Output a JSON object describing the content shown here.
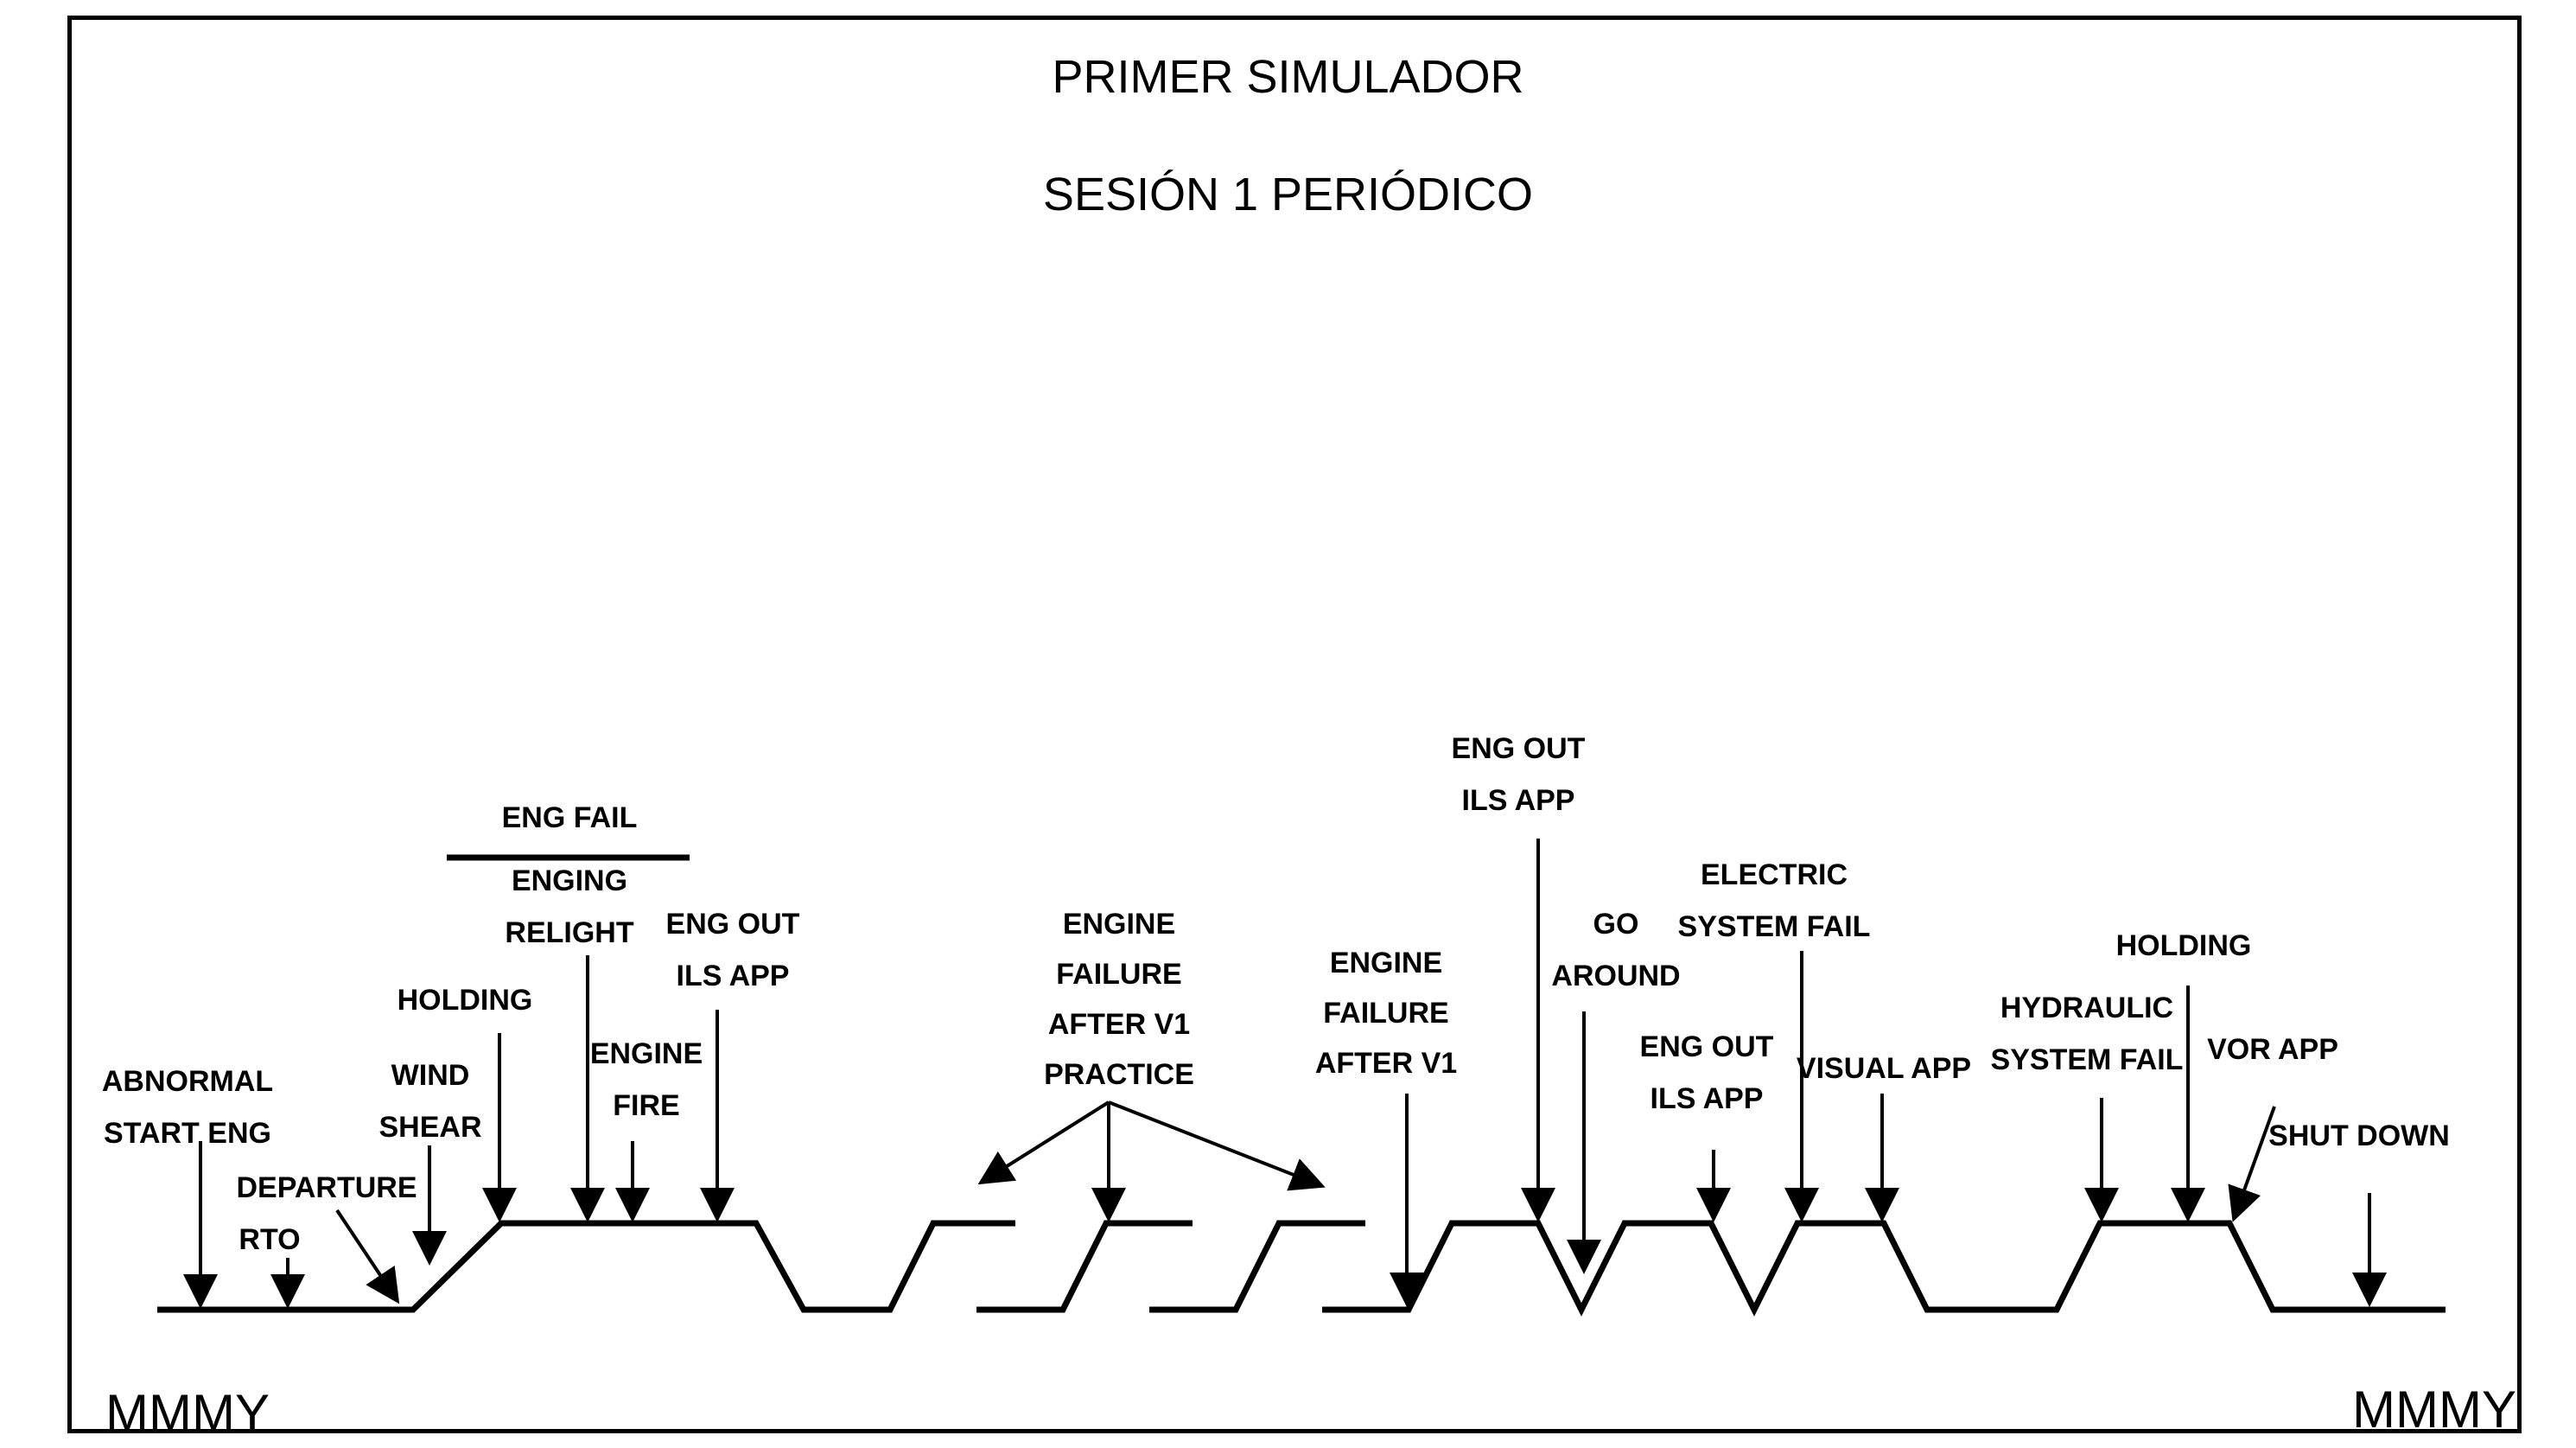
{
  "title": "PRIMER SIMULADOR",
  "subtitle": "SESIÓN 1 PERIÓDICO",
  "corner_left": "MMMY",
  "corner_right": "MMMY",
  "labels": {
    "abnormal_start": [
      "ABNORMAL",
      "START ENG"
    ],
    "rto": "RTO",
    "departure": "DEPARTURE",
    "wind_shear": [
      "WIND",
      "SHEAR"
    ],
    "holding_1": "HOLDING",
    "eng_fail": "ENG FAIL",
    "enging_relight": [
      "ENGING",
      "RELIGHT"
    ],
    "engine_fire": [
      "ENGINE",
      "FIRE"
    ],
    "eng_out_ils_1": [
      "ENG OUT",
      "ILS APP"
    ],
    "engine_failure_practice": [
      "ENGINE",
      "FAILURE",
      "AFTER V1",
      "PRACTICE"
    ],
    "engine_failure_v1": [
      "ENGINE",
      "FAILURE",
      "AFTER V1"
    ],
    "eng_out_ils_2": [
      "ENG OUT",
      "ILS APP"
    ],
    "go_around": [
      "GO",
      "AROUND"
    ],
    "eng_out_ils_3": [
      "ENG OUT",
      "ILS APP"
    ],
    "electric_fail": [
      "ELECTRIC",
      "SYSTEM FAIL"
    ],
    "visual_app": "VISUAL APP",
    "hydraulic_fail": [
      "HYDRAULIC",
      "SYSTEM FAIL"
    ],
    "holding_2": "HOLDING",
    "vor_app": "VOR APP",
    "shut_down": "SHUT DOWN"
  }
}
